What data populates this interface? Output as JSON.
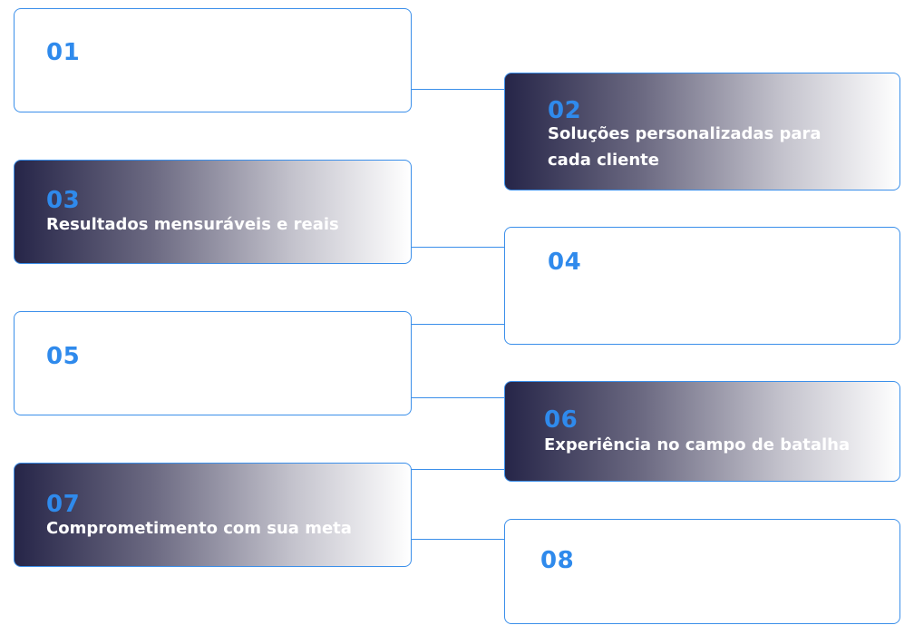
{
  "steps": [
    {
      "number": "01",
      "text": ""
    },
    {
      "number": "02",
      "text": "Soluções personalizadas para cada cliente"
    },
    {
      "number": "03",
      "text": "Resultados mensuráveis e reais"
    },
    {
      "number": "04",
      "text": ""
    },
    {
      "number": "05",
      "text": ""
    },
    {
      "number": "06",
      "text": "Experiência no campo de batalha"
    },
    {
      "number": "07",
      "text": "Comprometimento com sua meta"
    },
    {
      "number": "08",
      "text": ""
    }
  ],
  "colors": {
    "accent": "#3b8fea",
    "number": "#2f8aec",
    "card_dark": "#262548",
    "text_light": "#ffffff"
  }
}
